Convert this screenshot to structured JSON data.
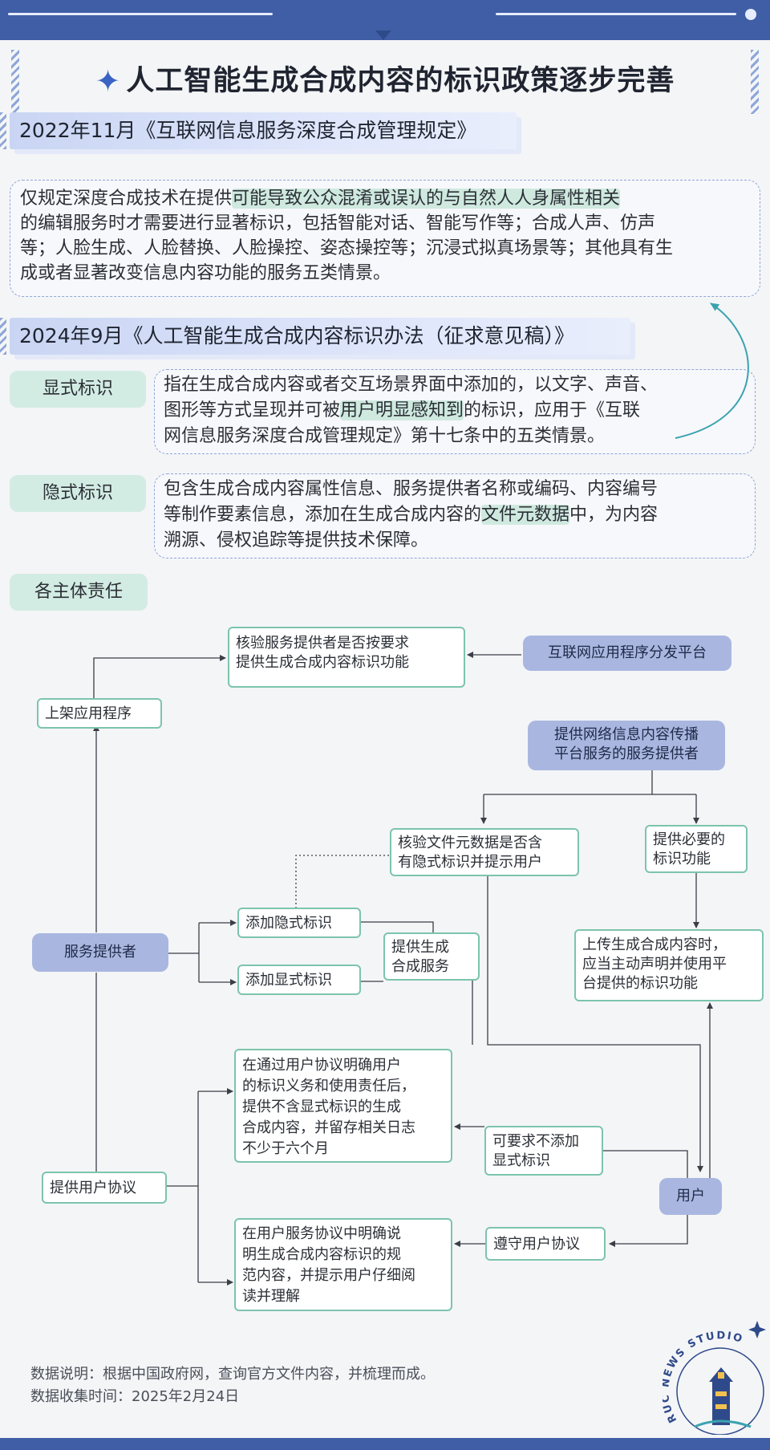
{
  "title": "人工智能生成合成内容的标识政策逐步完善",
  "section1": {
    "heading": "2022年11月《互联网信息服务深度合成管理规定》",
    "body": {
      "l1a": "仅规定深度合成技术在提供",
      "l1b": "可能导致公众混淆或误认的与自然人人身属性相关",
      "l2": "的编辑服务时才需要进行显著标识，包括智能对话、智能写作等；合成人声、仿声",
      "l3": "等；人脸生成、人脸替换、人脸操控、姿态操控等；沉浸式拟真场景等；其他具有生",
      "l4": "成或者显著改变信息内容功能的服务五类情景。"
    }
  },
  "section2": {
    "heading": "2024年9月《人工智能生成合成内容标识办法（征求意见稿）》",
    "explicit": {
      "tag": "显式标识",
      "l1": "指在生成合成内容或者交互场景界面中添加的，以文字、声音、",
      "l2a": "图形等方式呈现并可被",
      "l2b": "用户明显感知到",
      "l2c": "的标识，应用于《互联",
      "l3": "网信息服务深度合成管理规定》第十七条中的五类情景。"
    },
    "implicit": {
      "tag": "隐式标识",
      "l1": "包含生成合成内容属性信息、服务提供者名称或编码、内容编号",
      "l2a": "等制作要素信息，添加在生成合成内容的",
      "l2b": "文件元数据",
      "l2c": "中，为内容",
      "l3": "溯源、侵权追踪等提供技术保障。"
    },
    "responsibility": {
      "tag": "各主体责任"
    }
  },
  "flow": {
    "verify_func": [
      "核验服务提供者是否按要求",
      "提供生成合成内容标识功能"
    ],
    "app_platform": "互联网应用程序分发平台",
    "list_app": "上架应用程序",
    "content_platform": [
      "提供网络信息内容传播",
      "平台服务的服务提供者"
    ],
    "verify_meta": [
      "核验文件元数据是否含",
      "有隐式标识并提示用户"
    ],
    "provide_func": [
      "提供必要的",
      "标识功能"
    ],
    "service_provider": "服务提供者",
    "add_implicit": "添加隐式标识",
    "add_explicit": "添加显式标识",
    "provide_service": [
      "提供生成",
      "合成服务"
    ],
    "upload": [
      "上传生成合成内容时，",
      "应当主动声明并使用平",
      "台提供的标识功能"
    ],
    "no_explicit": [
      "在通过用户协议明确用户",
      "的标识义务和使用责任后，",
      "提供不含显式标识的生成",
      "合成内容，并留存相关日志",
      "不少于六个月"
    ],
    "may_request": [
      "可要求不添加",
      "显式标识"
    ],
    "user_agreement": "提供用户协议",
    "user": "用户",
    "comply": "遵守用户协议",
    "agreement_content": [
      "在用户服务协议中明确说",
      "明生成合成内容标识的规",
      "范内容，并提示用户仔细阅",
      "读并理解"
    ]
  },
  "footer": {
    "note1": "数据说明：根据中国政府网，查询官方文件内容，并梳理而成。",
    "note2": "数据收集时间：2025年2月24日"
  },
  "logo_text": "RUC NEWS STUDIO",
  "colors": {
    "brand_blue": "#3f5ea6",
    "band_blue": "#c9d5f3",
    "tag_green": "#d3ece3",
    "node_border": "#7cc4ad",
    "pill_blue": "#a9b7e0",
    "arrow_teal": "#3aa3b0"
  }
}
